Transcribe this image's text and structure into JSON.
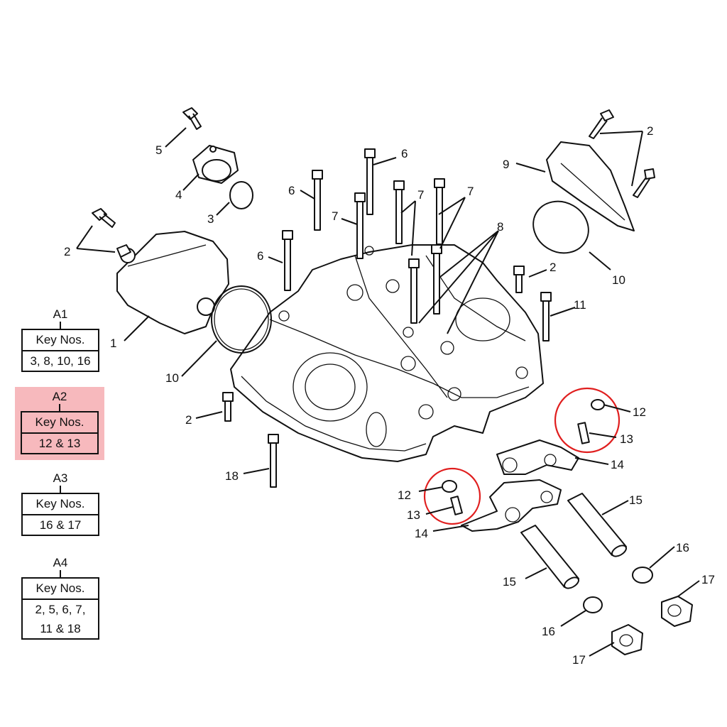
{
  "legend": [
    {
      "title": "A1",
      "header": "Key Nos.",
      "lines": [
        "3, 8, 10, 16"
      ],
      "highlighted": false
    },
    {
      "title": "A2",
      "header": "Key Nos.",
      "lines": [
        "12 & 13"
      ],
      "highlighted": true
    },
    {
      "title": "A3",
      "header": "Key Nos.",
      "lines": [
        "16 & 17"
      ],
      "highlighted": false
    },
    {
      "title": "A4",
      "header": "Key Nos.",
      "lines": [
        "2, 5, 6, 7,",
        "11 & 18"
      ],
      "highlighted": false
    }
  ],
  "callouts": {
    "c1": "1",
    "c2a": "2",
    "c2b": "2",
    "c2c": "2",
    "c2d": "2",
    "c3": "3",
    "c4": "4",
    "c5": "5",
    "c6a": "6",
    "c6b": "6",
    "c6c": "6",
    "c7a": "7",
    "c7b": "7",
    "c7c": "7",
    "c8": "8",
    "c9": "9",
    "c10a": "10",
    "c10b": "10",
    "c11": "11",
    "c12a": "12",
    "c12b": "12",
    "c13a": "13",
    "c13b": "13",
    "c14a": "14",
    "c14b": "14",
    "c15a": "15",
    "c15b": "15",
    "c16a": "16",
    "c16b": "16",
    "c17a": "17",
    "c17b": "17",
    "c18": "18"
  },
  "colors": {
    "highlight": "#f7b9bd",
    "circle": "#e01e1e",
    "line": "#111111"
  }
}
